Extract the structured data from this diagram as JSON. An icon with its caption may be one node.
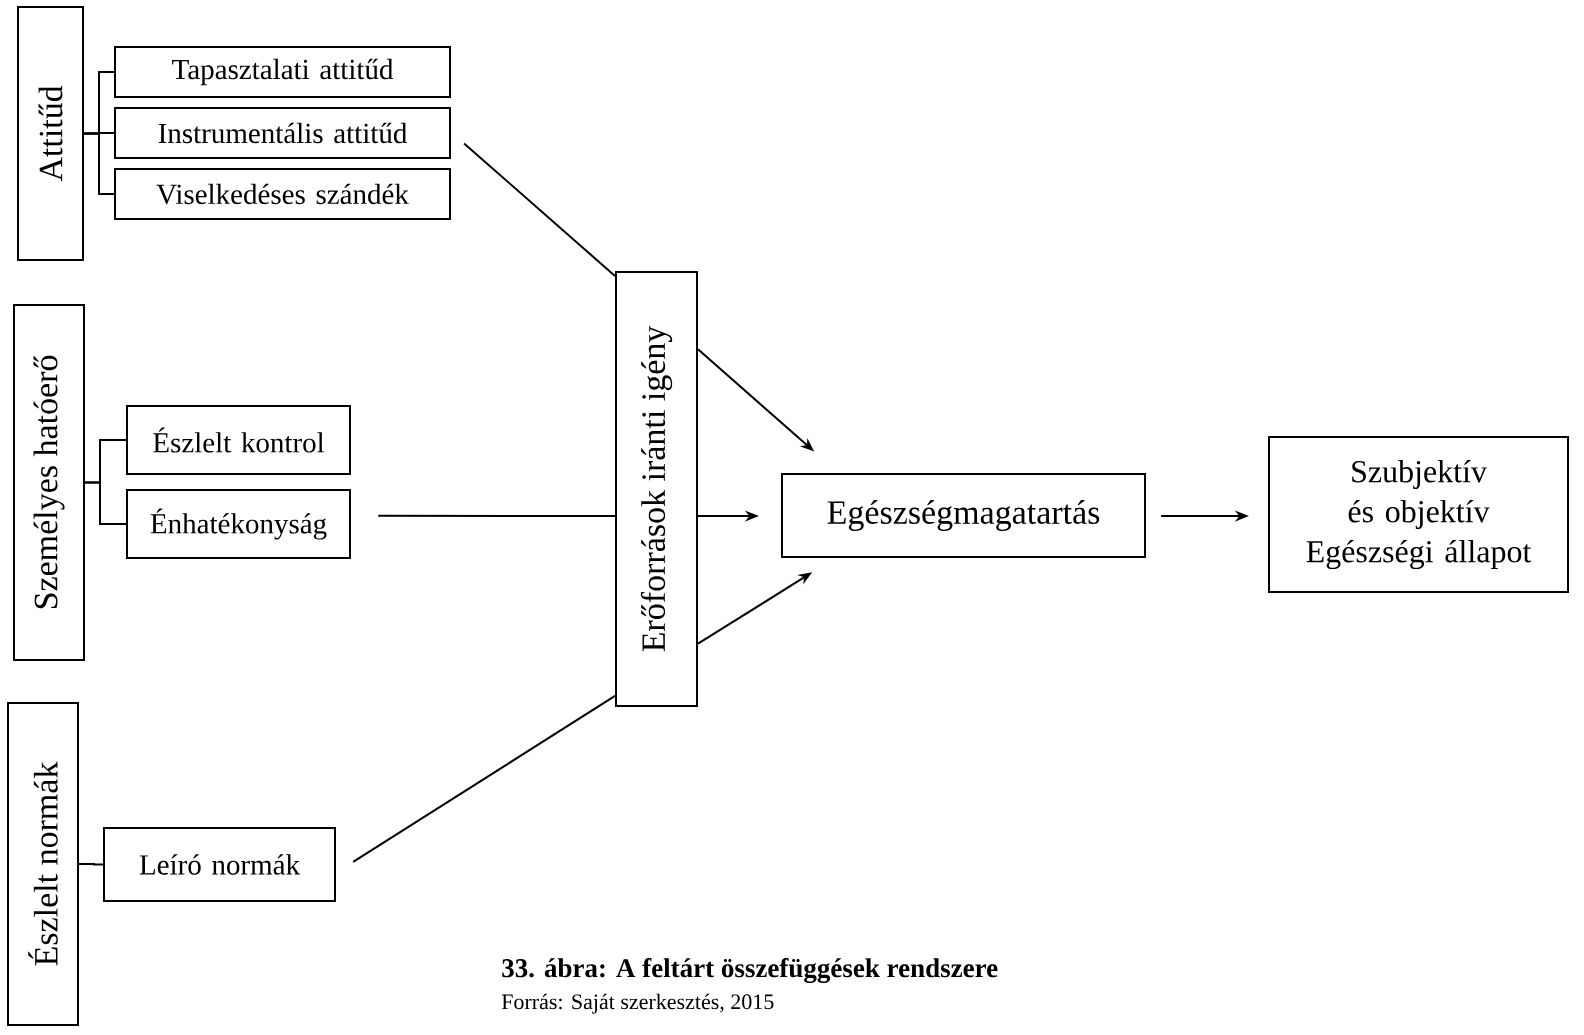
{
  "diagram": {
    "caption": "33. ábra: A feltárt összefüggések rendszere",
    "nodes": [
      {
        "text": [
          "Attitűd"
        ]
      },
      {
        "text": [
          "Tapasztalati attitűd"
        ]
      },
      {
        "text": [
          "Instrumentális attitűd"
        ]
      },
      {
        "text": [
          "Viselkedéses szándék"
        ]
      },
      {
        "text": [
          "Személyes hatóerő"
        ]
      },
      {
        "text": [
          "Észlelt kontrol"
        ]
      },
      {
        "text": [
          "Énhatékonyság"
        ]
      },
      {
        "text": [
          "Észlelt normák"
        ]
      },
      {
        "text": [
          "Leíró normák"
        ]
      },
      {
        "text": [
          "Erőforrások iránti igény"
        ]
      },
      {
        "text": [
          "Egészségmagatartás"
        ]
      },
      {
        "text": [
          "Szubjektív és objektív Egészségi állapot"
        ]
      }
    ],
    "edges": [
      {
        "from": 0,
        "to": 1,
        "arrow": "none"
      },
      {
        "from": 0,
        "to": 2,
        "arrow": "none"
      },
      {
        "from": 0,
        "to": 3,
        "arrow": "none"
      },
      {
        "from": 4,
        "to": 5,
        "arrow": "none"
      },
      {
        "from": 4,
        "to": 6,
        "arrow": "none"
      },
      {
        "from": 7,
        "to": 8,
        "arrow": "none"
      },
      {
        "from": 2,
        "to": 9,
        "arrow": "none"
      },
      {
        "from": 6,
        "to": 9,
        "arrow": "none"
      },
      {
        "from": 8,
        "to": 9,
        "arrow": "none"
      },
      {
        "from": 9,
        "to": 10,
        "arrow": "to"
      },
      {
        "from": 9,
        "to": 10,
        "arrow": "to"
      },
      {
        "from": 9,
        "to": 10,
        "arrow": "to"
      },
      {
        "from": 10,
        "to": 11,
        "arrow": "to"
      }
    ],
    "labels": [
      "Forrás: Saját szerkesztés, 2015"
    ]
  }
}
